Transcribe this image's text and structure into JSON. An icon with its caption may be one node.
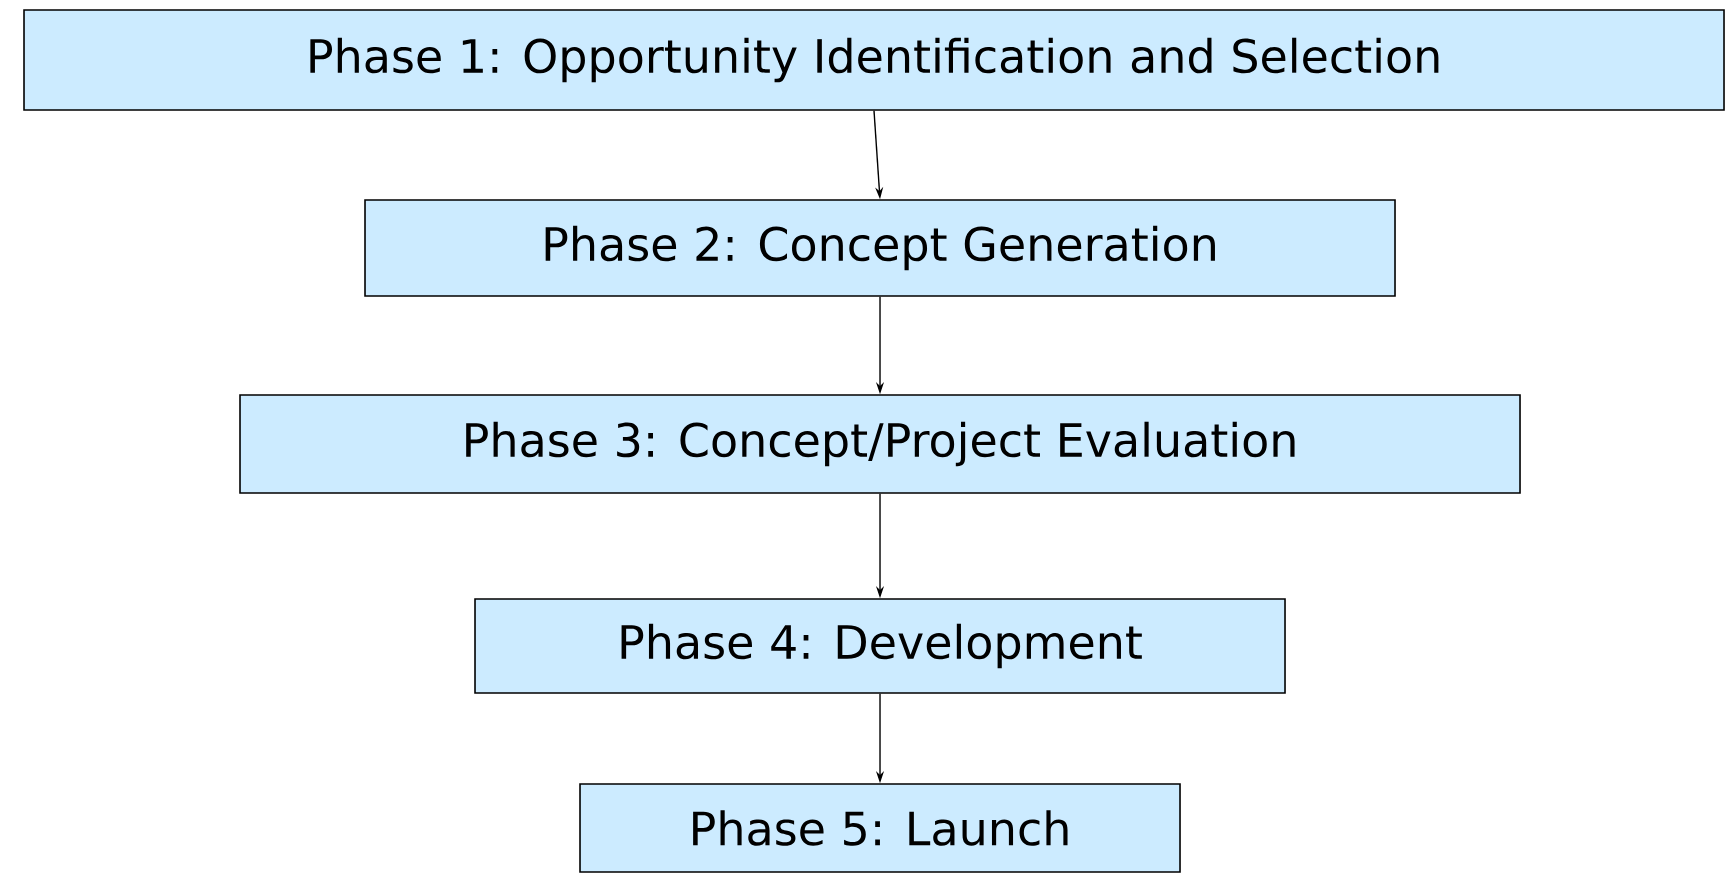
{
  "diagram": {
    "nodes": [
      {
        "text": [
          "Phase 1: Opportunity Identification and Selection"
        ]
      },
      {
        "text": [
          "Phase 2: Concept Generation"
        ]
      },
      {
        "text": [
          "Phase 3: Concept/Project Evaluation"
        ]
      },
      {
        "text": [
          "Phase 4: Development"
        ]
      },
      {
        "text": [
          "Phase 5: Launch"
        ]
      }
    ],
    "edges": [
      {
        "from": 0,
        "to": 1,
        "arrow": "to"
      },
      {
        "from": 1,
        "to": 2,
        "arrow": "to"
      },
      {
        "from": 2,
        "to": 3,
        "arrow": "to"
      },
      {
        "from": 3,
        "to": 4,
        "arrow": "to"
      }
    ]
  }
}
